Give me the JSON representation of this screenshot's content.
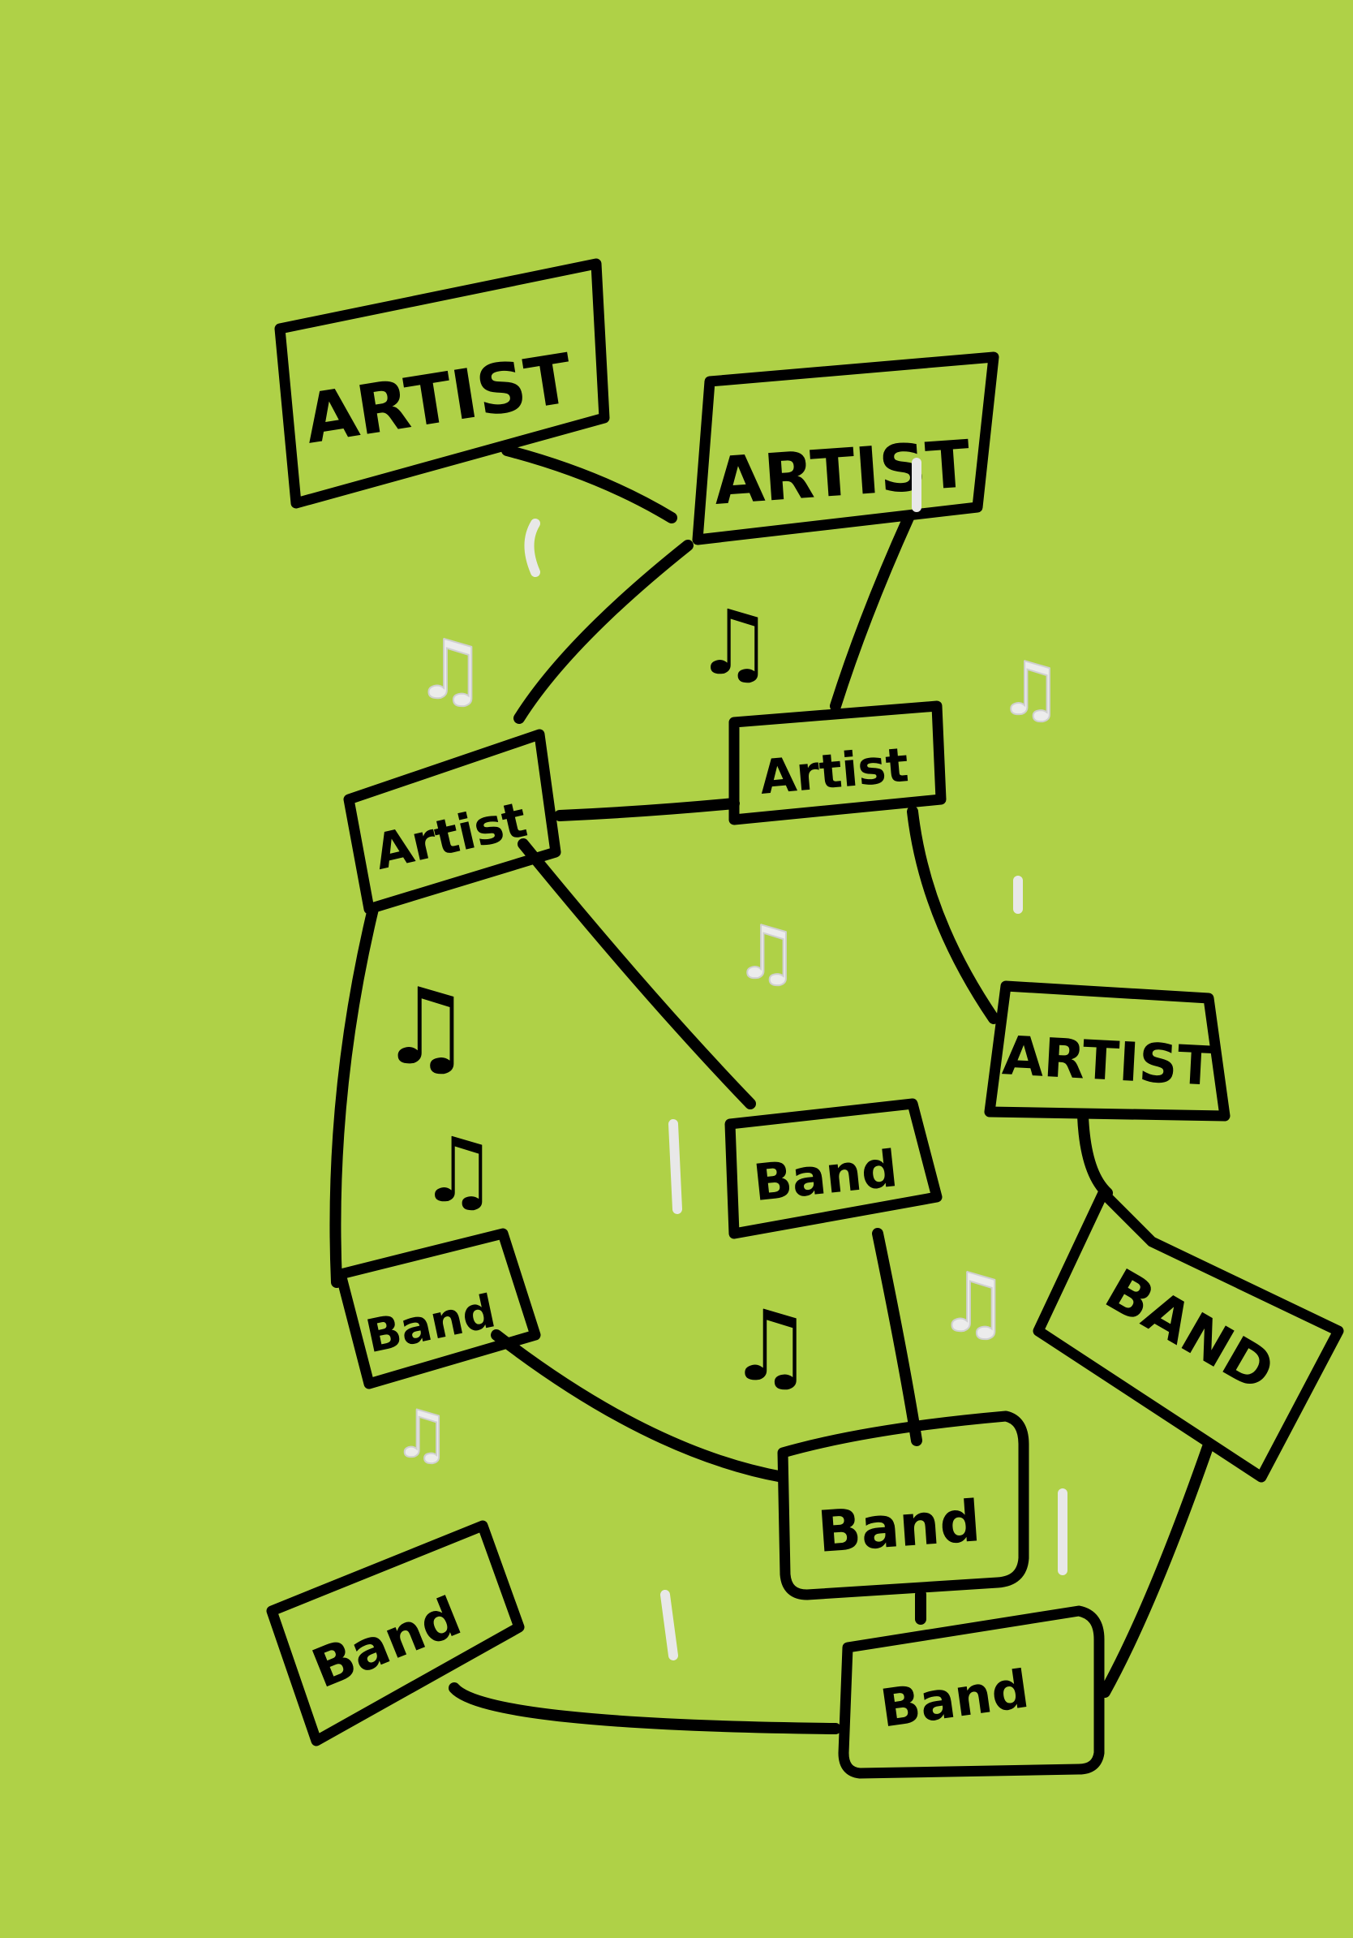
{
  "diagram": {
    "background_color": "#afd147",
    "ink_color": "#000000",
    "nodes": [
      {
        "id": "n1",
        "label": "ARTIST"
      },
      {
        "id": "n2",
        "label": "ARTIST"
      },
      {
        "id": "n3",
        "label": "Artist"
      },
      {
        "id": "n4",
        "label": "Artist"
      },
      {
        "id": "n5",
        "label": "ARTIST"
      },
      {
        "id": "n6",
        "label": "Band"
      },
      {
        "id": "n7",
        "label": "Band"
      },
      {
        "id": "n8",
        "label": "BAND"
      },
      {
        "id": "n9",
        "label": "Band"
      },
      {
        "id": "n10",
        "label": "Band"
      },
      {
        "id": "n11",
        "label": "Band"
      }
    ],
    "edges": [
      {
        "from": "n1",
        "to": "n2"
      },
      {
        "from": "n2",
        "to": "n3"
      },
      {
        "from": "n2",
        "to": "n4"
      },
      {
        "from": "n3",
        "to": "n4"
      },
      {
        "from": "n4",
        "to": "n5"
      },
      {
        "from": "n3",
        "to": "n7"
      },
      {
        "from": "n3",
        "to": "n6"
      },
      {
        "from": "n5",
        "to": "n8"
      },
      {
        "from": "n6",
        "to": "n9"
      },
      {
        "from": "n7",
        "to": "n9"
      },
      {
        "from": "n9",
        "to": "n10"
      },
      {
        "from": "n8",
        "to": "n10"
      },
      {
        "from": "n11",
        "to": "n10"
      }
    ],
    "decorations": [
      {
        "icon": "music-note-icon",
        "glyph": "♫",
        "color": "dark"
      },
      {
        "icon": "music-note-icon",
        "glyph": "♫",
        "color": "dark"
      },
      {
        "icon": "music-note-icon",
        "glyph": "♫",
        "color": "dark"
      },
      {
        "icon": "music-note-icon",
        "glyph": "♫",
        "color": "dark"
      },
      {
        "icon": "music-note-icon",
        "glyph": "♫",
        "color": "light"
      },
      {
        "icon": "music-note-icon",
        "glyph": "♫",
        "color": "light"
      },
      {
        "icon": "music-note-icon",
        "glyph": "♫",
        "color": "light"
      },
      {
        "icon": "music-note-icon",
        "glyph": "♫",
        "color": "light"
      },
      {
        "icon": "music-note-icon",
        "glyph": "♫",
        "color": "light"
      }
    ]
  }
}
